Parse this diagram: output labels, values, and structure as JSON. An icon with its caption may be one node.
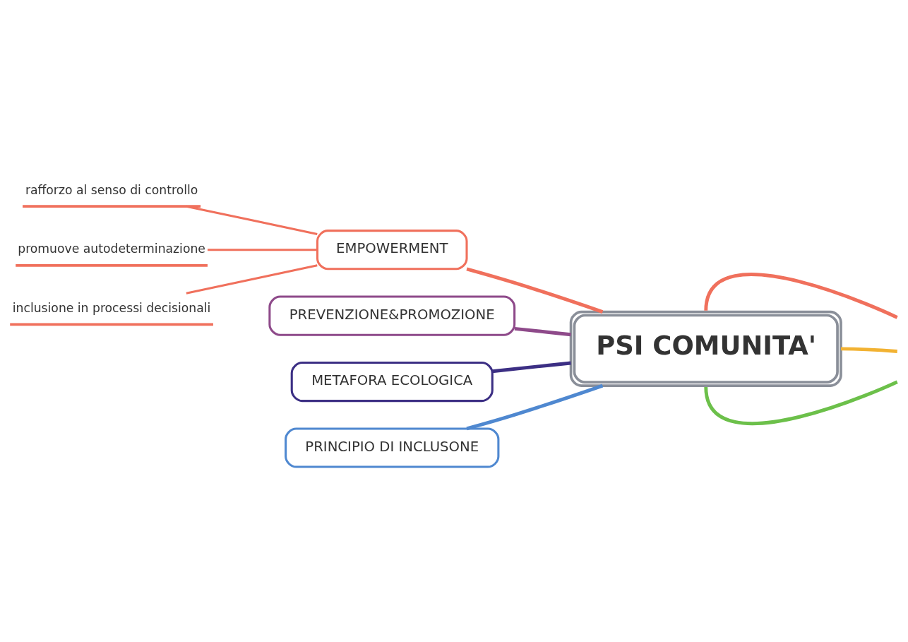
{
  "diagram": {
    "nodes": [
      {
        "text": [
          "PSI COMUNITA'"
        ]
      },
      {
        "text": [
          "EMPOWERMENT"
        ]
      },
      {
        "text": [
          "rafforzo al senso di controllo"
        ]
      },
      {
        "text": [
          "promuove autodeterminazione"
        ]
      },
      {
        "text": [
          "inclusione in processi decisionali"
        ]
      },
      {
        "text": [
          "PREVENZIONE&PROMOZIONE"
        ]
      },
      {
        "text": [
          "METAFORA ECOLOGICA"
        ]
      },
      {
        "text": [
          "PRINCIPIO DI INCLUSONE"
        ]
      }
    ],
    "edges": [
      {
        "from": 0,
        "to": 1,
        "arrow": "none"
      },
      {
        "from": 1,
        "to": 2,
        "arrow": "none"
      },
      {
        "from": 1,
        "to": 3,
        "arrow": "none"
      },
      {
        "from": 1,
        "to": 4,
        "arrow": "none"
      },
      {
        "from": 0,
        "to": 5,
        "arrow": "none",
        "color": "#8e4a8a"
      },
      {
        "from": 0,
        "to": 6,
        "arrow": "none",
        "color": "#3c2f84"
      },
      {
        "from": 0,
        "to": 7,
        "arrow": "none",
        "color": "#4f88d0"
      },
      {
        "from": 0,
        "to": null,
        "arrow": "none"
      },
      {
        "from": 0,
        "to": null,
        "arrow": "none",
        "color": "#6cc04a"
      },
      {
        "from": 0,
        "to": null,
        "arrow": "none",
        "color": "#f2b232"
      }
    ]
  }
}
